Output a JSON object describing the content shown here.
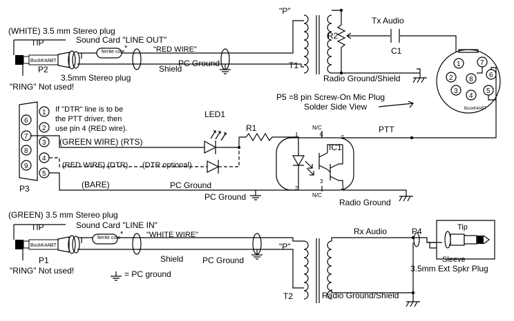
{
  "labels": {
    "white_plug": "(WHITE) 3.5 mm Stereo plug",
    "tip_top": "TIP",
    "line_out": "Sound Card \"LINE OUT\"",
    "ferrite_top": "ferrite core",
    "asterisk_top": "*",
    "red_wire": "\"RED WIRE\"",
    "p2": "P2",
    "stereo_plug_top": "3.5mm Stereo plug",
    "ring_top": "\"RING\" Not used!",
    "shield_top": "Shield",
    "pc_ground_top": "PC Ground",
    "t1": "T1",
    "p_top": "\"P\"",
    "r2": "R2",
    "tx_audio": "Tx Audio",
    "c1": "C1",
    "radio_ground_shield_top": "Radio Ground/Shield",
    "p5_title": "P5 =8 pin Screw-On Mic Plug",
    "p5_subtitle": "Solder Side View",
    "dtr_note_1": "If \"DTR\" line is to be",
    "dtr_note_2": "the PTT driver, then",
    "dtr_note_3": "use pin 4 (RED wire).",
    "led1": "LED1",
    "r1": "R1",
    "green_wire": "(GREEN WIRE) (RTS)",
    "red_wire_dtr": "(RED WIRE) (DTR)",
    "dtr_optional": "(DTR optional)",
    "bare": "(BARE)",
    "pc_ground_mid": "PC Ground",
    "pc_ground_mid2": "PC Ground",
    "p3": "P3",
    "ic1": "IC1",
    "nc_top": "N/C",
    "nc_bottom": "N/C",
    "ptt": "PTT",
    "radio_ground_mid": "Radio Ground",
    "green_plug": "(GREEN) 3.5 mm Stereo plug",
    "tip_bottom": "TIP",
    "line_in": "Sound Card \"LINE IN\"",
    "ferrite_bottom": "ferrite core",
    "asterisk_bottom": "*",
    "white_wire": "\"WHITE WIRE\"",
    "p1": "P1",
    "ring_bottom": "\"RING\" Not used!",
    "shield_bottom": "Shield",
    "pc_ground_bottom": "PC Ground",
    "pc_ground_legend": "= PC ground",
    "p_bottom": "\"P\"",
    "t2": "T2",
    "rx_audio": "Rx Audio",
    "radio_ground_shield_bottom": "Radio Ground/Shield",
    "p4": "P4",
    "tip_p4": "Tip",
    "sleeve": "Sleeve",
    "ext_spkr": "3.5mm Ext Spkr Plug",
    "watermark": "BuckK4ABT"
  },
  "db9_pins": [
    "1",
    "2",
    "3",
    "4",
    "5",
    "6",
    "7",
    "8",
    "9"
  ],
  "mic_pins": [
    "1",
    "2",
    "3",
    "4",
    "5",
    "6",
    "7",
    "8"
  ],
  "ic_pins": [
    "1",
    "2",
    "3",
    "4",
    "5",
    "6"
  ]
}
